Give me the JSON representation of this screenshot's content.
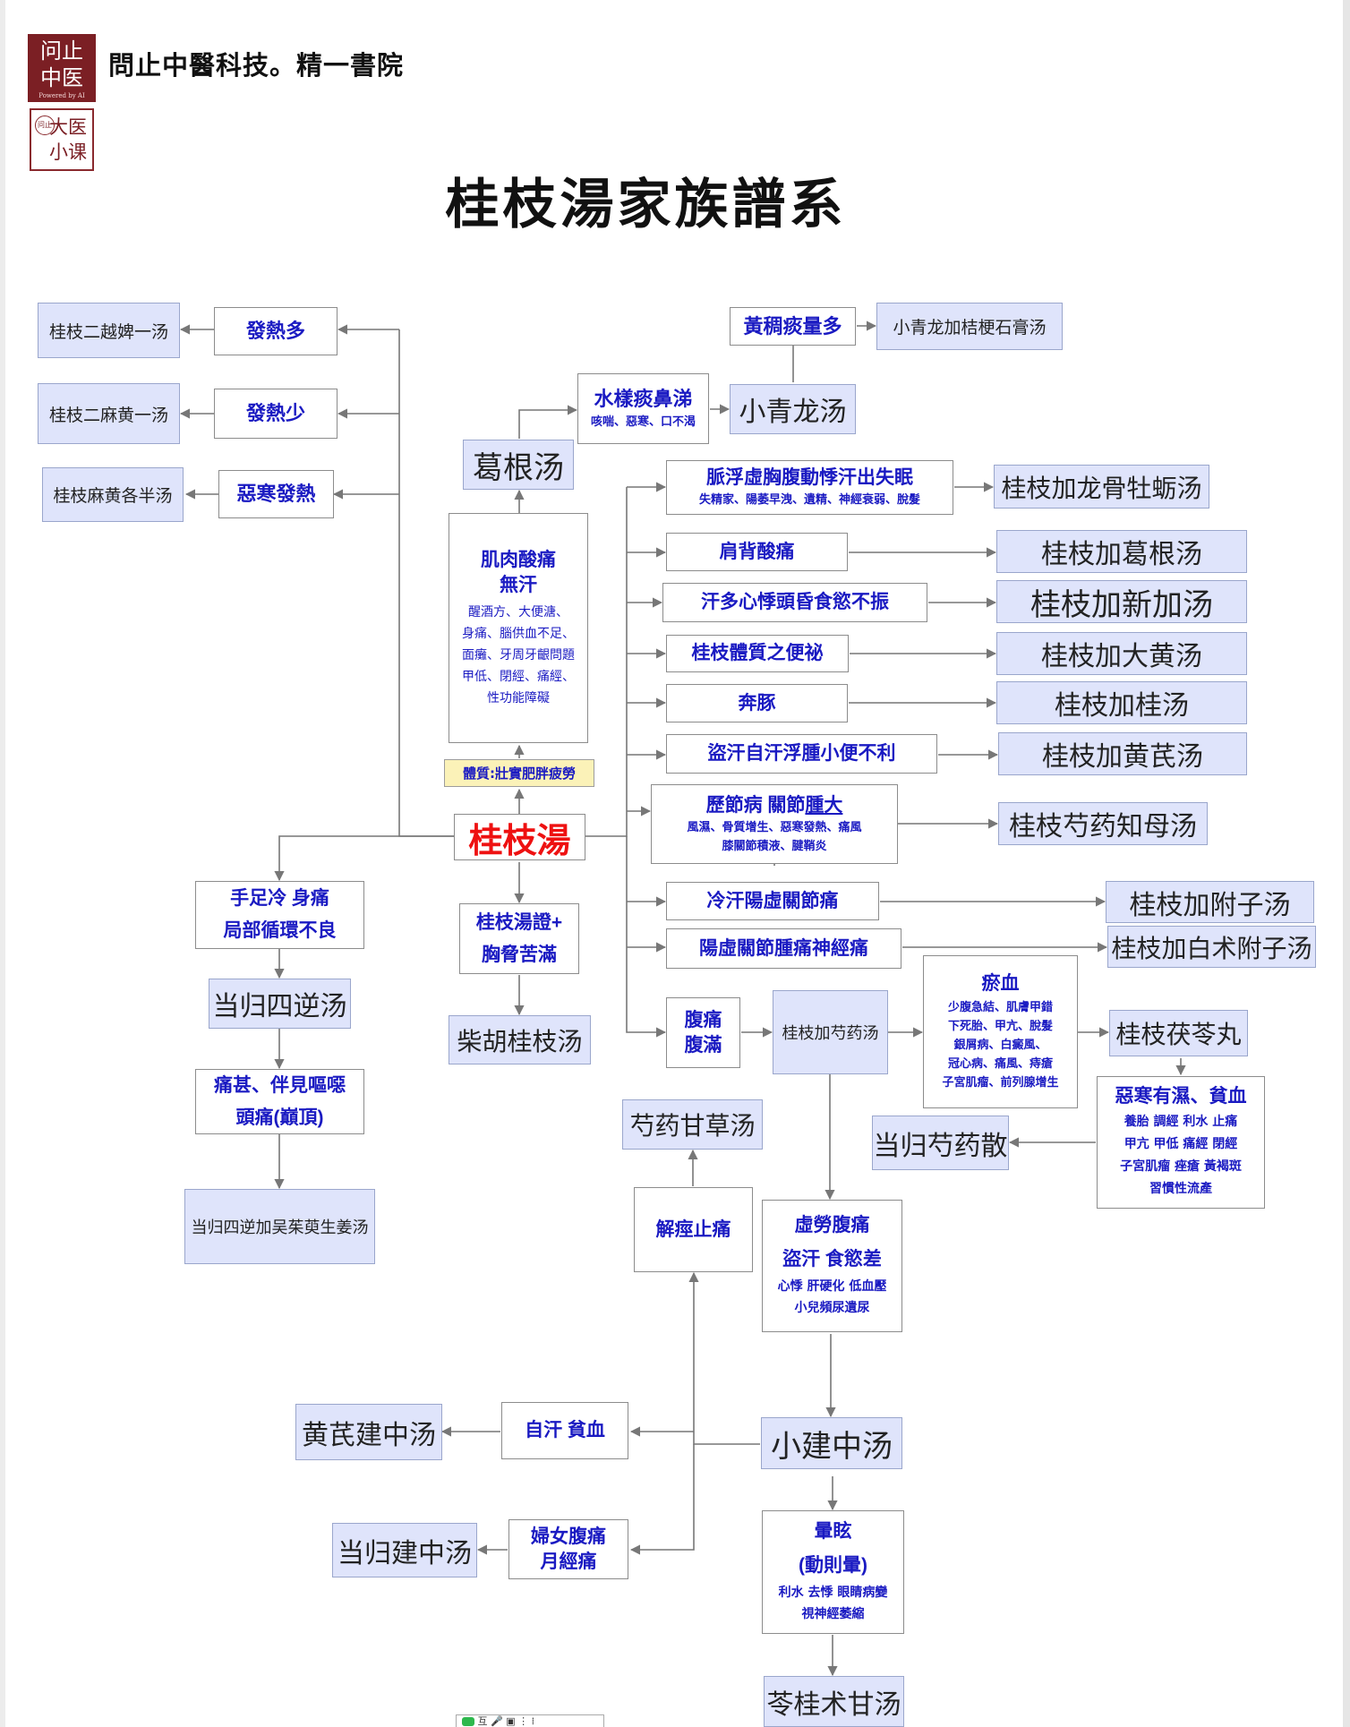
{
  "header": {
    "logo_a": "问止\n中医",
    "logo_a_sub": "Powered by AI",
    "logo_b": "大医\n小课",
    "logo_b_seal": "问止",
    "org": "問止中醫科技。精一書院",
    "title": "桂枝湯家族譜系"
  },
  "center": {
    "label": "桂枝湯",
    "constitution": "體質:壯實肥胖疲勞"
  },
  "left": {
    "c1": "發熱多",
    "f1": "桂枝二越婢一汤",
    "c2": "發熱少",
    "f2": "桂枝二麻黄一汤",
    "c3": "惡寒發熱",
    "f3": "桂枝麻黄各半汤"
  },
  "up": {
    "muscle_title": "肌肉酸痛",
    "muscle_title2": "無汗",
    "muscle_list": [
      "醒酒方、大便溏、",
      "身痛、腦供血不足、",
      "面癱、牙周牙齦問題",
      "甲低、閉經、痛經、",
      "性功能障礙"
    ],
    "gegen": "葛根汤",
    "water_title": "水樣痰鼻涕",
    "water_sub": "咳喘、惡寒、口不渴",
    "xql": "小青龙汤",
    "yellow": "黃稠痰量多",
    "xqlj": "小青龙加桔梗石膏汤"
  },
  "right": [
    {
      "cond": "脈浮虛胸腹動悸汗出失眠",
      "sub": "失精家、陽萎早洩、遺精、神經衰弱、脫髮",
      "formula": "桂枝加龙骨牡蛎汤"
    },
    {
      "cond": "肩背酸痛",
      "formula": "桂枝加葛根汤"
    },
    {
      "cond": "汗多心悸頭昏食慾不振",
      "formula": "桂枝加新加汤"
    },
    {
      "cond": "桂枝體質之便祕",
      "formula": "桂枝加大黄汤"
    },
    {
      "cond": "奔豚",
      "formula": "桂枝加桂汤"
    },
    {
      "cond": "盜汗自汗浮腫小便不利",
      "formula": "桂枝加黄芪汤"
    },
    {
      "cond_a": "歷節病 關節",
      "cond_b": "腫大",
      "sub1": "風濕、骨質增生、惡寒發熱、痛風",
      "sub2": "膝關節積液、腱鞘炎",
      "formula": "桂枝芍药知母汤"
    },
    {
      "cond": "冷汗陽虛關節痛",
      "formula": "桂枝加附子汤"
    },
    {
      "cond": "陽虛關節腫痛神經痛",
      "formula": "桂枝加白术附子汤"
    }
  ],
  "belly": {
    "cond1": "腹痛",
    "cond2": "腹滿",
    "formula": "桂枝加芍药汤",
    "stasis_title": "瘀血",
    "stasis_list": [
      "少腹急結、肌膚甲錯",
      "下死胎、甲亢、脫髮",
      "銀屑病、白癜風、",
      "冠心病、痛風、痔瘡",
      "子宮肌瘤、前列腺增生"
    ],
    "fuling": "桂枝茯苓丸",
    "damp_title": "惡寒有濕、貧血",
    "damp_list": [
      "養胎 調經 利水 止痛",
      "甲亢 甲低 痛經 閉經",
      "子宮肌瘤 痤瘡 黃褐斑",
      "習慣性流產"
    ],
    "dgsy": "当归芍药散",
    "xulao_title1": "虛勞腹痛",
    "xulao_title2": "盜汗 食慾差",
    "xulao_sub1": "心悸  肝硬化 低血壓",
    "xulao_sub2": "小兒頻尿遺尿",
    "xjz": "小建中汤",
    "spasm": "解痙止痛",
    "shaoyao_gancao": "芍药甘草汤",
    "zihan": "自汗  貧血",
    "huangqi": "黄芪建中汤",
    "women1": "婦女腹痛",
    "women2": "月經痛",
    "danggui_jz": "当归建中汤",
    "dizzy1": "暈眩",
    "dizzy2": "(動則暈)",
    "dizzy_sub1": "利水 去悸 眼睛病變",
    "dizzy_sub2": "視神經萎縮",
    "lingui": "苓桂术甘汤"
  },
  "lower_left": {
    "cold1": "手足冷 身痛",
    "cold2": "局部循環不良",
    "dgsn": "当归四逆汤",
    "pain1": "痛甚、伴見嘔噁",
    "pain2": "頭痛(巔頂)",
    "dgsnwz": "当归四逆加吴茱萸生姜汤"
  },
  "lower_mid": {
    "chest1": "桂枝湯證+",
    "chest2": "胸脅苦滿",
    "chaihu": "柴胡桂枝汤"
  },
  "footer": {
    "toolbar": "互 🎤 ▣ ⋮ ⁞"
  }
}
